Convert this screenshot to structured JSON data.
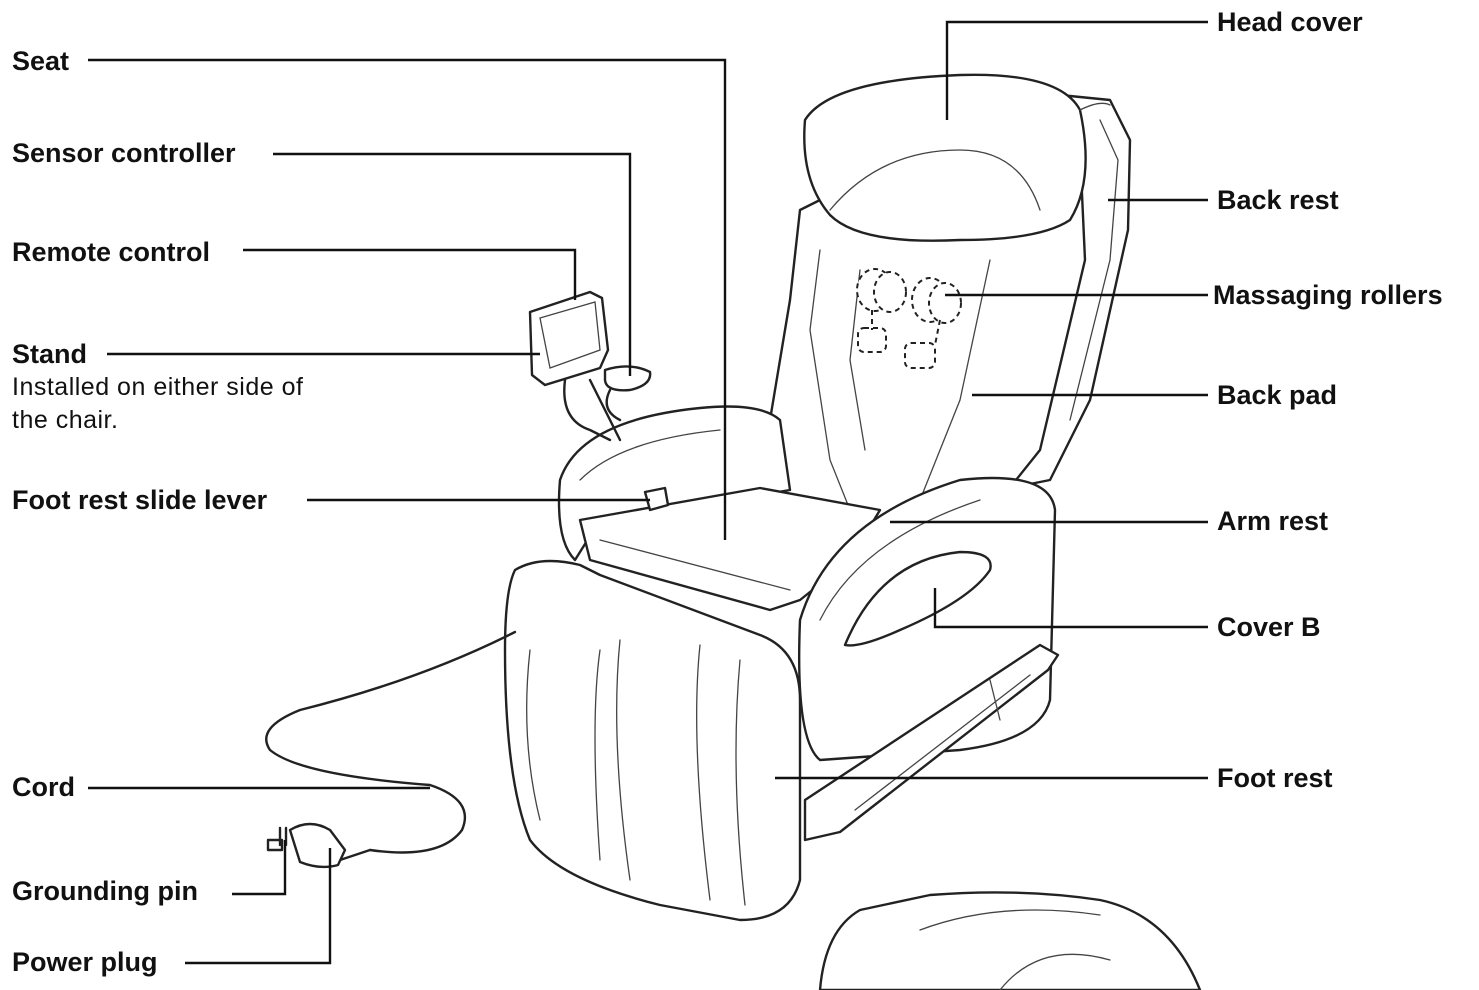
{
  "labels": {
    "seat": "Seat",
    "sensor_controller": "Sensor controller",
    "remote_control": "Remote control",
    "stand": "Stand",
    "stand_note_1": "Installed on either side of",
    "stand_note_2": "the chair.",
    "foot_rest_slide_lever": "Foot rest slide lever",
    "cord": "Cord",
    "grounding_pin": "Grounding pin",
    "power_plug": "Power plug",
    "head_cover": "Head cover",
    "back_rest": "Back rest",
    "massaging_rollers": "Massaging rollers",
    "back_pad": "Back pad",
    "arm_rest": "Arm rest",
    "cover_b": "Cover B",
    "foot_rest": "Foot rest"
  }
}
